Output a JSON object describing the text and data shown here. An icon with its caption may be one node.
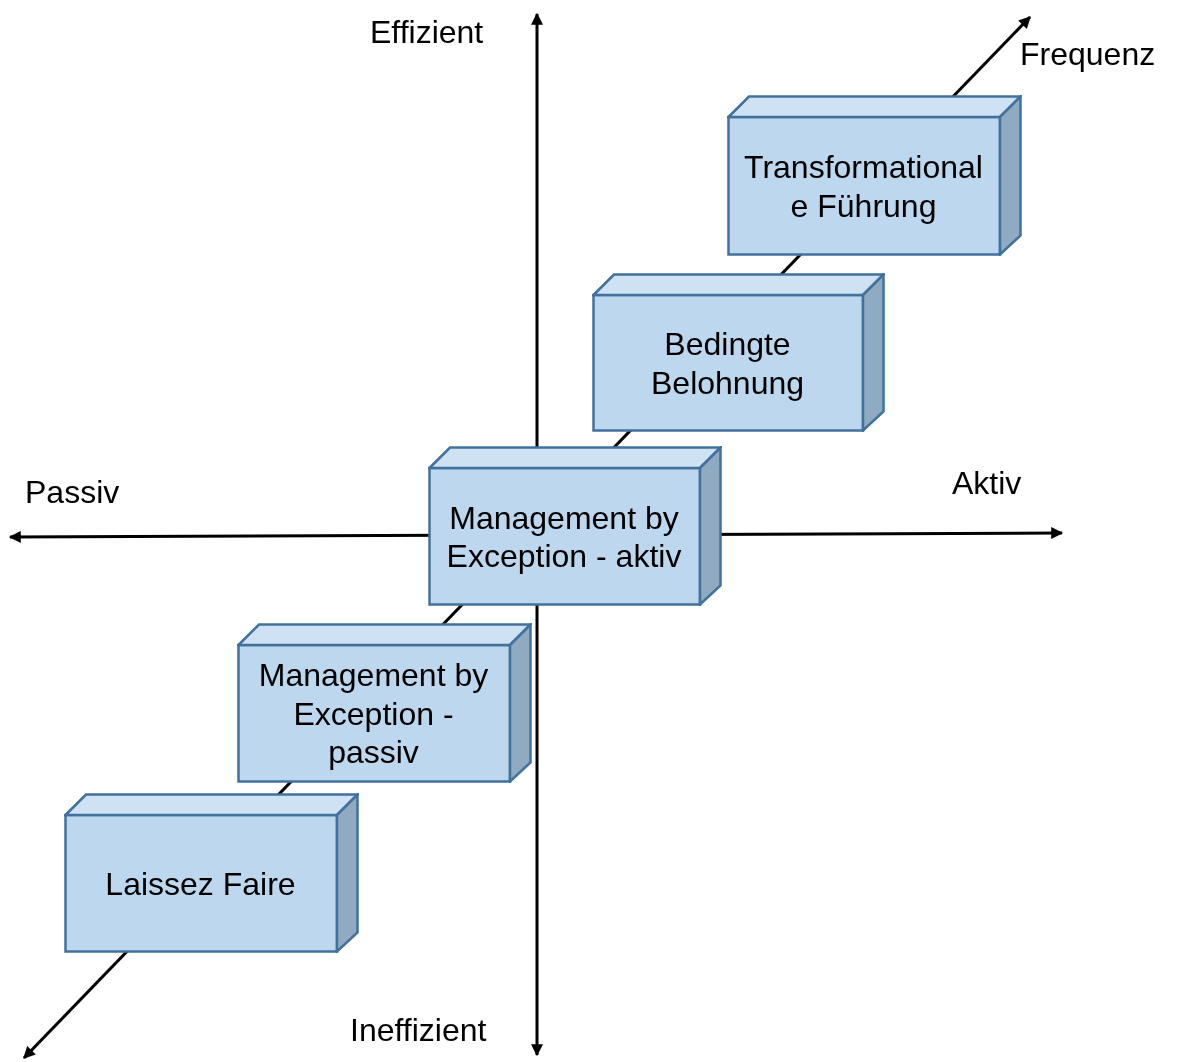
{
  "diagram": {
    "nodes": [
      {
        "text": [
          "Transformationale Führung"
        ]
      },
      {
        "text": [
          "Bedingte Belohnung"
        ]
      },
      {
        "text": [
          "Management by Exception - aktiv"
        ]
      },
      {
        "text": [
          "Management by Exception - passiv"
        ]
      },
      {
        "text": [
          "Laissez Faire"
        ]
      }
    ],
    "edges": [],
    "labels": [
      "Effizient",
      "Frequenz",
      "Passiv",
      "Aktiv",
      "Ineffizient"
    ]
  }
}
